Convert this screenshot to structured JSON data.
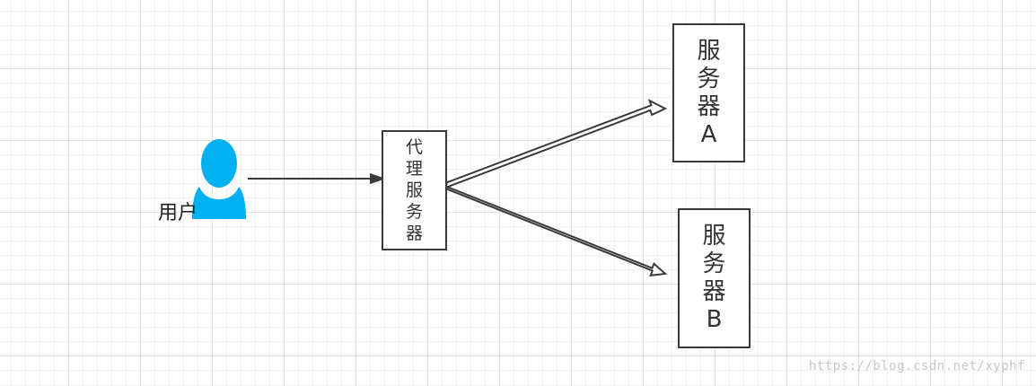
{
  "user": {
    "label": "用户",
    "icon": "user-icon",
    "icon_color": "#00b0f0"
  },
  "proxy_server": {
    "label": "代\n理\n服\n务\n器"
  },
  "server_a": {
    "label": "服\n务\n器\nA"
  },
  "server_b": {
    "label": "服\n务\n器\nB"
  },
  "watermark": "https://blog.csdn.net/xyphf",
  "colors": {
    "stroke": "#3a3a3a",
    "grid": "#e2e2e2",
    "background": "#ffffff"
  }
}
